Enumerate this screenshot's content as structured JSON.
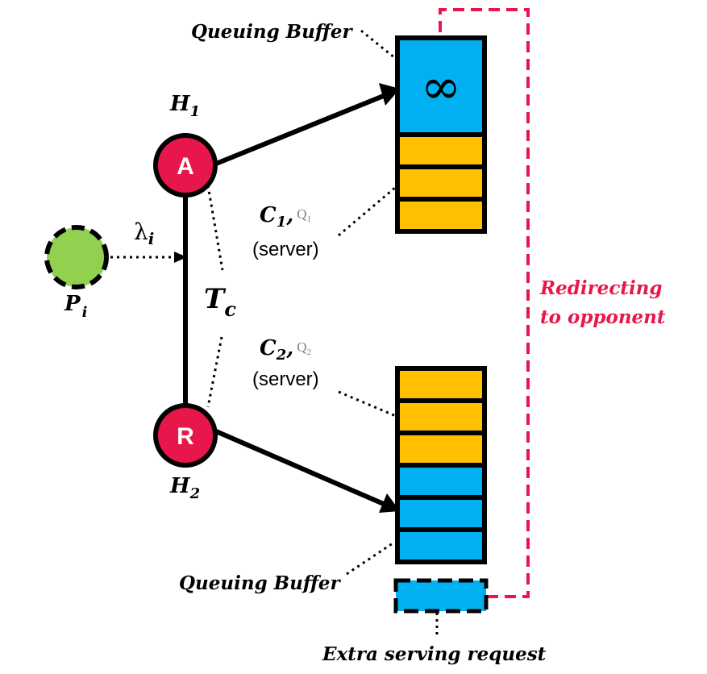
{
  "labels": {
    "queuing_buffer_top": "Queuing Buffer",
    "queuing_buffer_bottom": "Queuing Buffer",
    "extra_serving_request": "Extra serving request",
    "redirecting_line1": "Redirecting",
    "redirecting_line2": "to opponent",
    "infinity": "∞"
  },
  "nodes": {
    "a": {
      "letter": "A",
      "host": "H",
      "host_sub": "1"
    },
    "r": {
      "letter": "R",
      "host": "H",
      "host_sub": "2"
    },
    "p": {
      "name": "P",
      "name_sub": "i"
    }
  },
  "arrival_rate": {
    "symbol": "λ",
    "sub": "i"
  },
  "link": {
    "symbol": "T",
    "sub": "c"
  },
  "server1": {
    "c": "C",
    "c_sub": "1",
    "sep": ",",
    "q": "Q",
    "q_sub": "1",
    "role": "(server)"
  },
  "server2": {
    "c": "C",
    "c_sub": "2",
    "sep": ",",
    "q": "Q",
    "q_sub": "2",
    "role": "(server)"
  },
  "colors": {
    "node_red": "#e8174b",
    "peer_green": "#92d050",
    "queue_blue": "#00b0f0",
    "server_orange": "#ffc000",
    "redirect_red": "#e8174b",
    "outline": "#000000"
  }
}
